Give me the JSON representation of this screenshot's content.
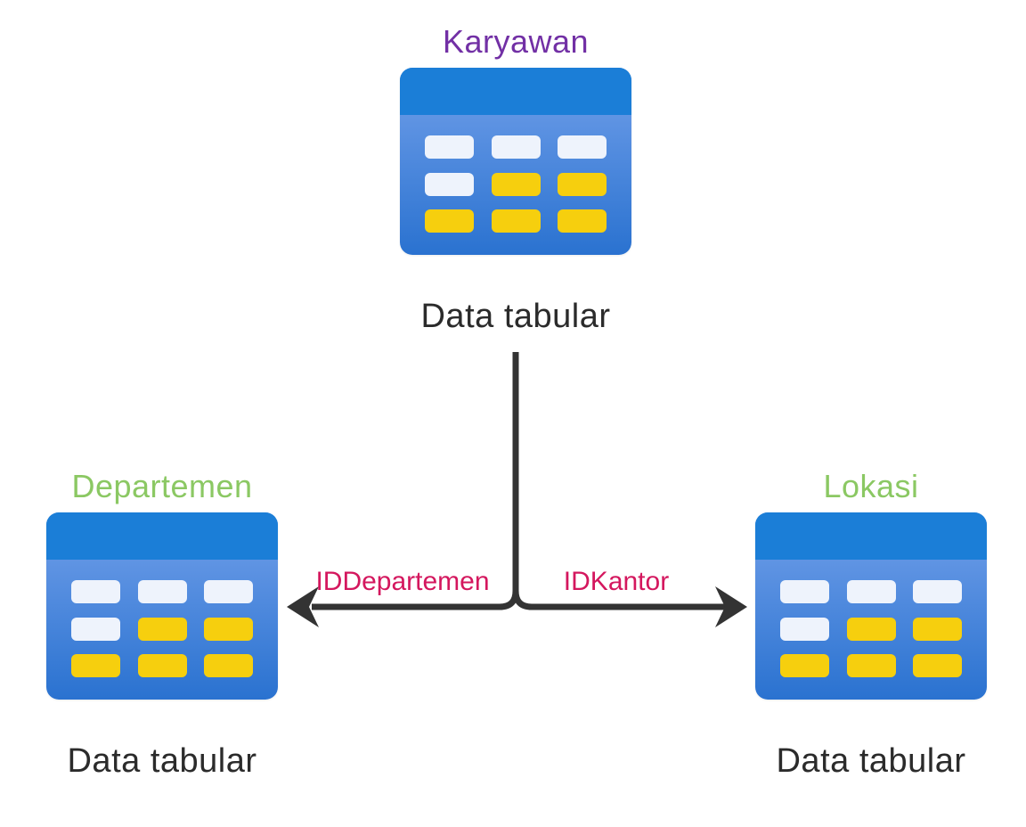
{
  "diagram_title": "",
  "entities": [
    {
      "title": "Karyawan",
      "title_color": "#7230a5",
      "caption": "Data tabular"
    },
    {
      "title": "Departemen",
      "title_color": "#8bc863",
      "caption": "Data tabular"
    },
    {
      "title": "Lokasi",
      "title_color": "#8bc863",
      "caption": "Data tabular"
    }
  ],
  "icon": {
    "name": "table-icon",
    "header_color": "#1b7ed7",
    "body_top": "#72a0ea",
    "body_bottom": "#2a72d0",
    "cell_white": "#eef3fc",
    "cell_yellow": "#f6cf0e",
    "cell_pattern": [
      [
        "white",
        "white",
        "white"
      ],
      [
        "white",
        "yellow",
        "yellow"
      ],
      [
        "yellow",
        "yellow",
        "yellow"
      ]
    ]
  },
  "connector": {
    "color": "#333333",
    "label_color": "#d4175e",
    "left_label": "IDDepartemen",
    "right_label": "IDKantor"
  },
  "colors": {
    "background": "#ffffff",
    "caption_text": "#2b2b2b"
  }
}
